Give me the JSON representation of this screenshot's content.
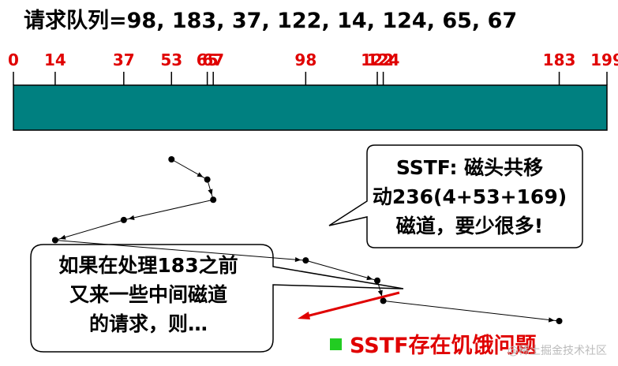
{
  "title": "请求队列=98, 183, 37, 122, 14, 124, 65, 67",
  "axis": {
    "min": 0,
    "max": 199,
    "ticks": [
      0,
      14,
      37,
      53,
      65,
      67,
      98,
      122,
      124,
      183,
      199
    ],
    "tick_labels": [
      "0",
      "14",
      "37",
      "53",
      "65",
      "67",
      "98",
      "122",
      "124",
      "183",
      "199"
    ],
    "tick_color": "#e00000",
    "bar_color": "#008080"
  },
  "path_points": [
    53,
    65,
    67,
    37,
    14,
    98,
    122,
    124,
    183
  ],
  "callout_sstf": {
    "lines": [
      "SSTF: 磁头共移",
      "动236(4+53+169)",
      "磁道，要少很多!"
    ]
  },
  "callout_question": {
    "lines": [
      "如果在处理183之前",
      "又来一些中间磁道",
      "的请求，则…"
    ]
  },
  "arrow_color": "#e00000",
  "note": "SSTF存在饥饿问题",
  "note_square_color": "#22cc22",
  "watermark": "@稀土掘金技术社区"
}
